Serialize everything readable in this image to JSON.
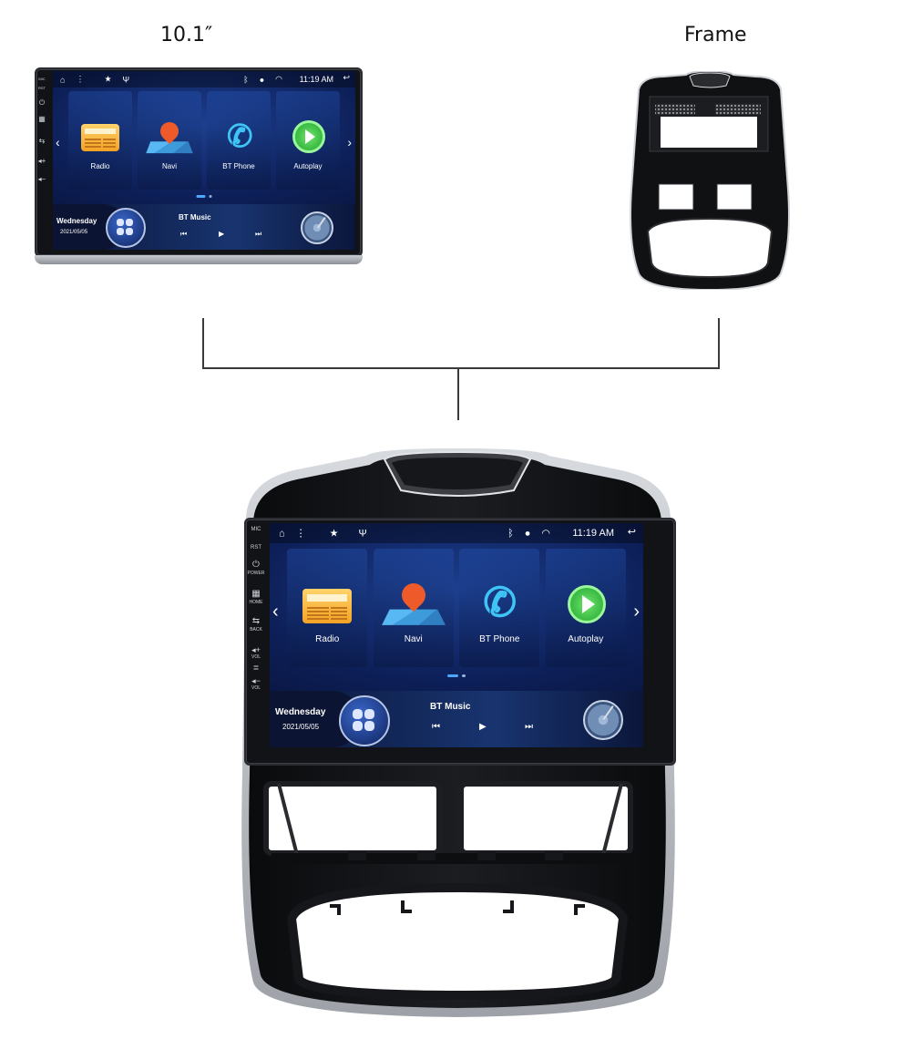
{
  "captions": {
    "size": "10.1″",
    "frame": "Frame"
  },
  "screen": {
    "time": "11:19 AM",
    "apps": [
      {
        "label": "Radio",
        "icon": "radio-icon"
      },
      {
        "label": "Navi",
        "icon": "map-pin-icon"
      },
      {
        "label": "BT Phone",
        "icon": "phone-icon"
      },
      {
        "label": "Autoplay",
        "icon": "play-icon"
      }
    ],
    "dock": {
      "day": "Wednesday",
      "date": "2021/05/05",
      "music": "BT Music"
    }
  },
  "side_buttons": {
    "mic": "MIC",
    "rst": "RST",
    "power": "POWER",
    "home": "HOME",
    "back": "BACK",
    "vol_up": "VOL",
    "vol_down": "VOL"
  },
  "colors": {
    "accent": "#4aa8ff",
    "screen_bg": "#0d1f58",
    "frame": "#111214",
    "trim": "#c9ccd1"
  }
}
